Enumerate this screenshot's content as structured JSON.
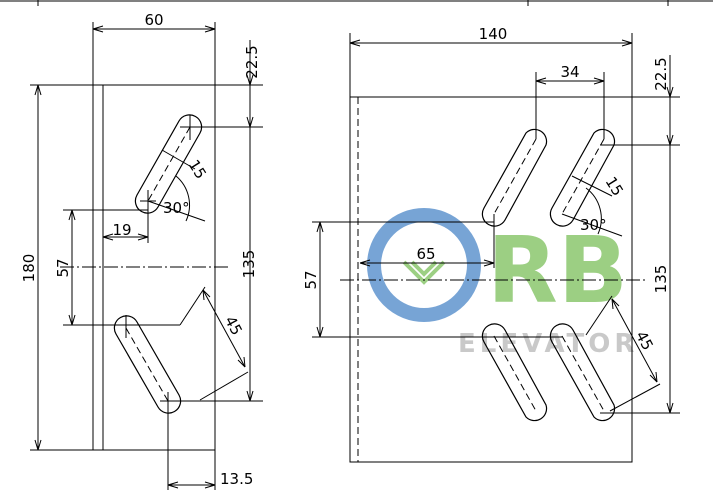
{
  "left_view": {
    "dims": {
      "width": "60",
      "top_offset": "22.5",
      "height": "180",
      "slot_spacing": "57",
      "slot_pitch": "135",
      "hole_offset": "19",
      "slot_width": "15",
      "slot_angle": "30°",
      "slot_length": "45",
      "bottom_offset": "13.5"
    }
  },
  "right_view": {
    "dims": {
      "width": "140",
      "slot_gap": "34",
      "top_offset": "22.5",
      "slot_width": "15",
      "slot_angle": "30°",
      "hole_offset": "65",
      "slot_spacing": "57",
      "slot_pitch": "135",
      "slot_length": "45"
    }
  },
  "watermark": {
    "logo_text": "RB",
    "sub_text": "ELEVATOR",
    "colors": {
      "ring": "#4a86c8",
      "letters": "#7cbf5a",
      "sub": "#b8b8b8"
    }
  }
}
